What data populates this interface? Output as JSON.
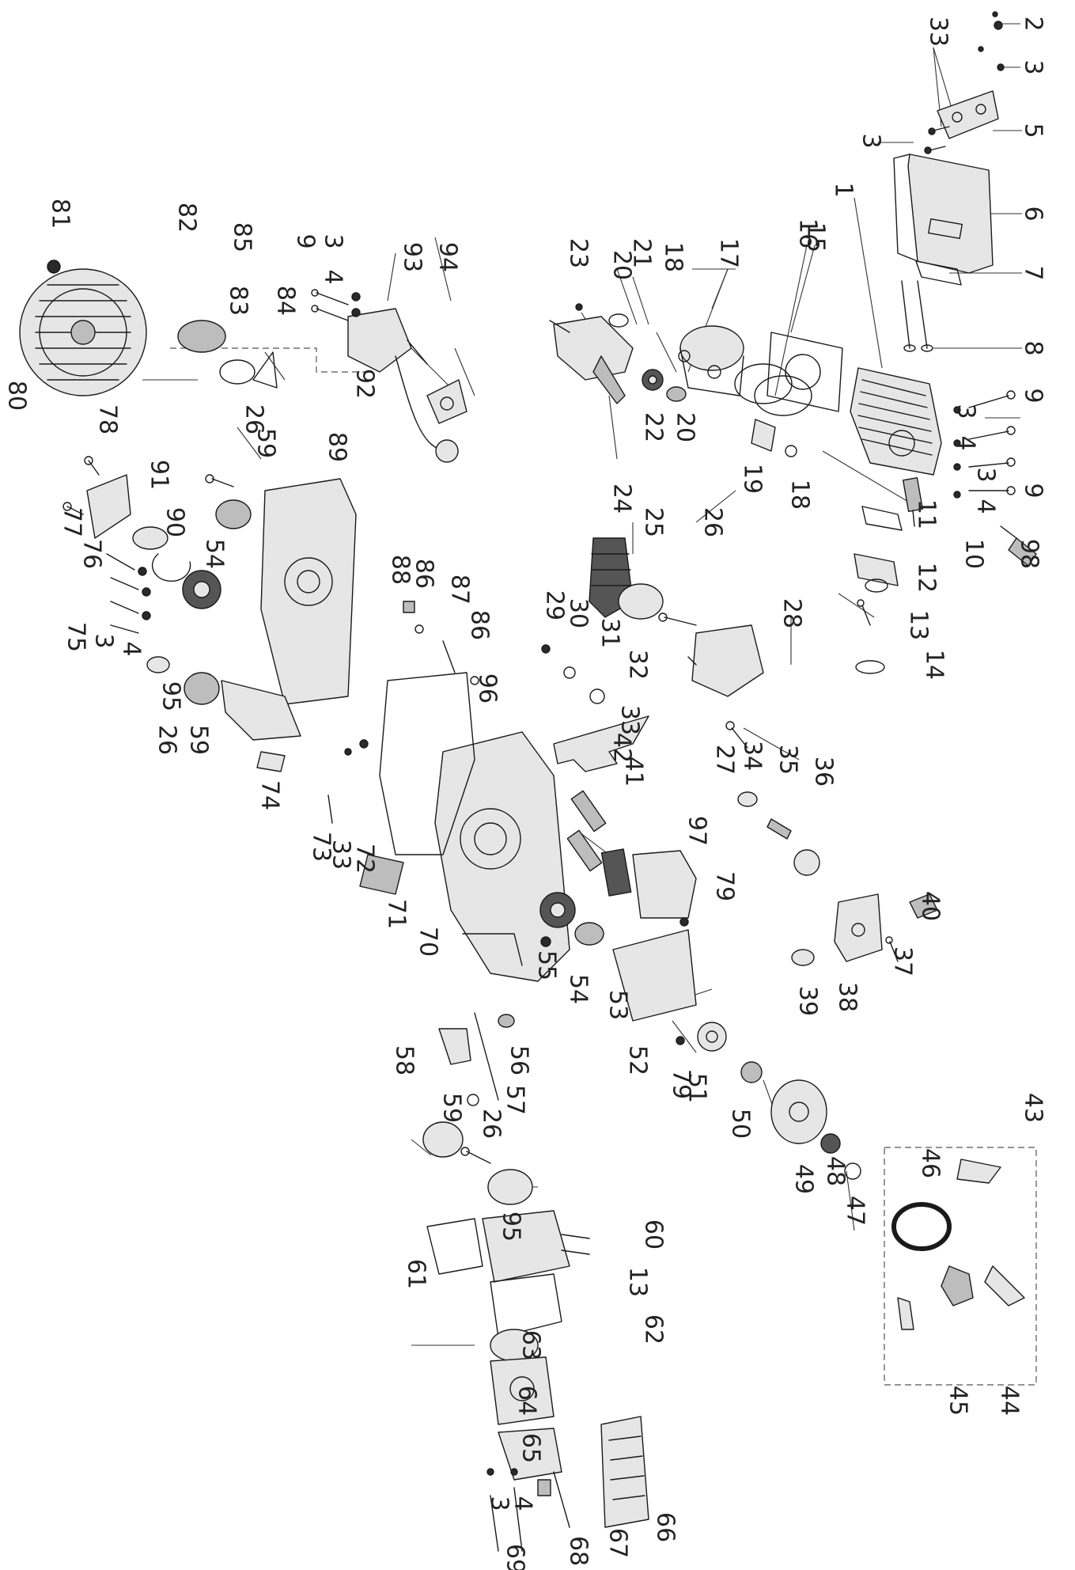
{
  "labels": [
    "2",
    "33",
    "3",
    "5",
    "3",
    "1",
    "6",
    "7",
    "8",
    "9",
    "4",
    "3",
    "98",
    "10",
    "4",
    "3",
    "9",
    "15",
    "16",
    "17",
    "18",
    "19",
    "18",
    "20",
    "21",
    "22",
    "20",
    "23",
    "24",
    "25",
    "26",
    "27",
    "28",
    "11",
    "12",
    "13",
    "14",
    "81",
    "82",
    "85",
    "83",
    "84",
    "9",
    "3",
    "4",
    "94",
    "93",
    "92",
    "80",
    "78",
    "26",
    "59",
    "91",
    "90",
    "54",
    "89",
    "88",
    "86",
    "87",
    "86",
    "77",
    "76",
    "75",
    "3",
    "4",
    "95",
    "26",
    "59",
    "74",
    "96",
    "29",
    "30",
    "31",
    "32",
    "33",
    "42",
    "41",
    "97",
    "79",
    "34",
    "35",
    "36",
    "40",
    "37",
    "38",
    "39",
    "73",
    "33",
    "72",
    "71",
    "70",
    "55",
    "54",
    "53",
    "52",
    "79",
    "58",
    "56",
    "57",
    "51",
    "50",
    "59",
    "26",
    "95",
    "49",
    "48",
    "47",
    "46",
    "43",
    "44",
    "45",
    "60",
    "13",
    "61",
    "62",
    "63",
    "64",
    "65",
    "66",
    "67",
    "68",
    "69",
    "4",
    "3"
  ]
}
